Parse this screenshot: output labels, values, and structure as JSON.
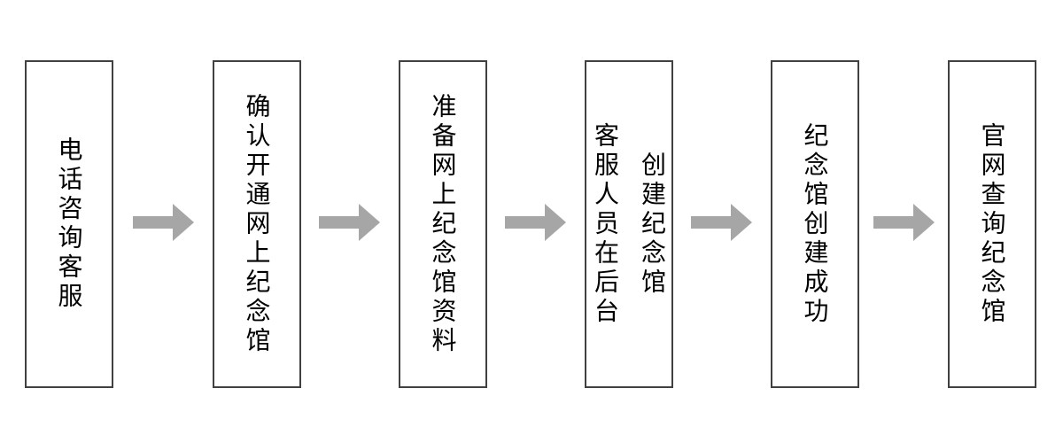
{
  "flowchart": {
    "type": "horizontal-process-flow",
    "steps": [
      {
        "id": 1,
        "text": "电话咨询客服",
        "lines": [
          "电话咨询客服"
        ]
      },
      {
        "id": 2,
        "text": "确认开通网上纪念馆",
        "lines": [
          "确认开通网上纪念馆"
        ]
      },
      {
        "id": 3,
        "text": "准备网上纪念馆资料",
        "lines": [
          "准备网上纪念馆资料"
        ]
      },
      {
        "id": 4,
        "text": "客服人员在后台创建纪念馆",
        "lines": [
          "客服人员在后台",
          "创建纪念馆"
        ]
      },
      {
        "id": 5,
        "text": "纪念馆创建成功",
        "lines": [
          "纪念馆创建成功"
        ]
      },
      {
        "id": 6,
        "text": "官网查询纪念馆",
        "lines": [
          "官网查询纪念馆"
        ]
      }
    ],
    "connector_icon": "right-arrow-icon",
    "connector_count": 5,
    "colors": {
      "background": "#ffffff",
      "box_fill": "#ffffff",
      "box_border": "#404040",
      "text": "#000000",
      "arrow": "#a6a6a6"
    }
  }
}
